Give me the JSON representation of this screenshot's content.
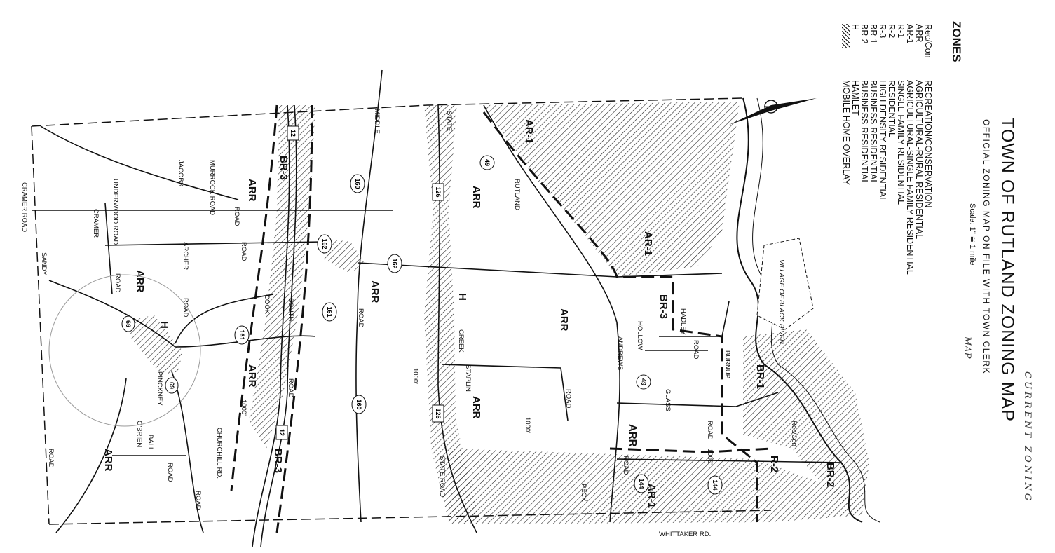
{
  "title": "TOWN OF RUTLAND ZONING MAP",
  "subtitle": "OFFICIAL ZONING MAP ON FILE WITH TOWN CLERK",
  "scale": "Scale: 1\" ≅ 1 mile",
  "legend": {
    "heading": "ZONES",
    "items": [
      {
        "code": "Rec/Con",
        "desc": "RECREATION/CONSERVATION"
      },
      {
        "code": "ARR",
        "desc": "AGRICULTURAL-RURAL RESIDENTIAL"
      },
      {
        "code": "AR-1",
        "desc": "AGRICULTURAL-SINGLE FAMILY RESIDENTIAL"
      },
      {
        "code": "R-1",
        "desc": "SINGLE FAMILY RESIDENTIAL"
      },
      {
        "code": "R-2",
        "desc": "RESIDENTIAL"
      },
      {
        "code": "R-3",
        "desc": "HIGH DENSITY RESIDENTIAL"
      },
      {
        "code": "BR-1",
        "desc": "BUSINESS-RESIDENTIAL"
      },
      {
        "code": "BR-2",
        "desc": "BUSINESS-RESIDENTIAL"
      },
      {
        "code": "H",
        "desc": "HAMLET"
      },
      {
        "code": "",
        "desc": "MOBILE HOME OVERLAY"
      }
    ]
  },
  "handwritten": {
    "map": "MAP",
    "current": "CURRENT ZONING"
  },
  "zones": {
    "arr": "ARR",
    "ar1": "AR-1",
    "br3": "BR-3",
    "br1": "BR-1",
    "br2": "BR-2",
    "h": "H",
    "reccon": "Rec/Con",
    "r2": "R-2"
  },
  "roads": {
    "murrock": "MURROCK ROAD",
    "jacobs": "JACOBS",
    "road": "ROAD",
    "underwood": "UNDERWOOD ROAD",
    "cramer": "CRAMER ROAD",
    "cramer2": "CRAMER",
    "archer": "ARCHER",
    "sandy": "SANDY",
    "cook": "COOK",
    "south": "SOUTH",
    "middle": "MIDDLE",
    "state": "STATE",
    "stateroad": "STATE ROAD",
    "rutland": "RUTLAND",
    "hollow": "HOLLOW",
    "hadley": "HADLEY",
    "burnup": "BURNUP",
    "glass": "GLASS",
    "andrews": "ANDREWS",
    "staplin": "STAPLIN",
    "whittaker": "WHITTAKER RD.",
    "churchill": "CHURCHILL RD.",
    "ball": "BALL",
    "pinckney": "PINCKNEY",
    "creek": "CREEK",
    "peck": "PECK",
    "obrien": "O'BRIEN",
    "village": "VILLAGE OF BLACK RIVER",
    "elev": "1000'"
  },
  "routes": [
    "12",
    "126",
    "49",
    "160",
    "161",
    "162",
    "69",
    "144"
  ],
  "icons": {
    "north-arrow": "north-arrow-icon"
  },
  "colors": {
    "ink": "#111111",
    "paper": "#ffffff"
  }
}
